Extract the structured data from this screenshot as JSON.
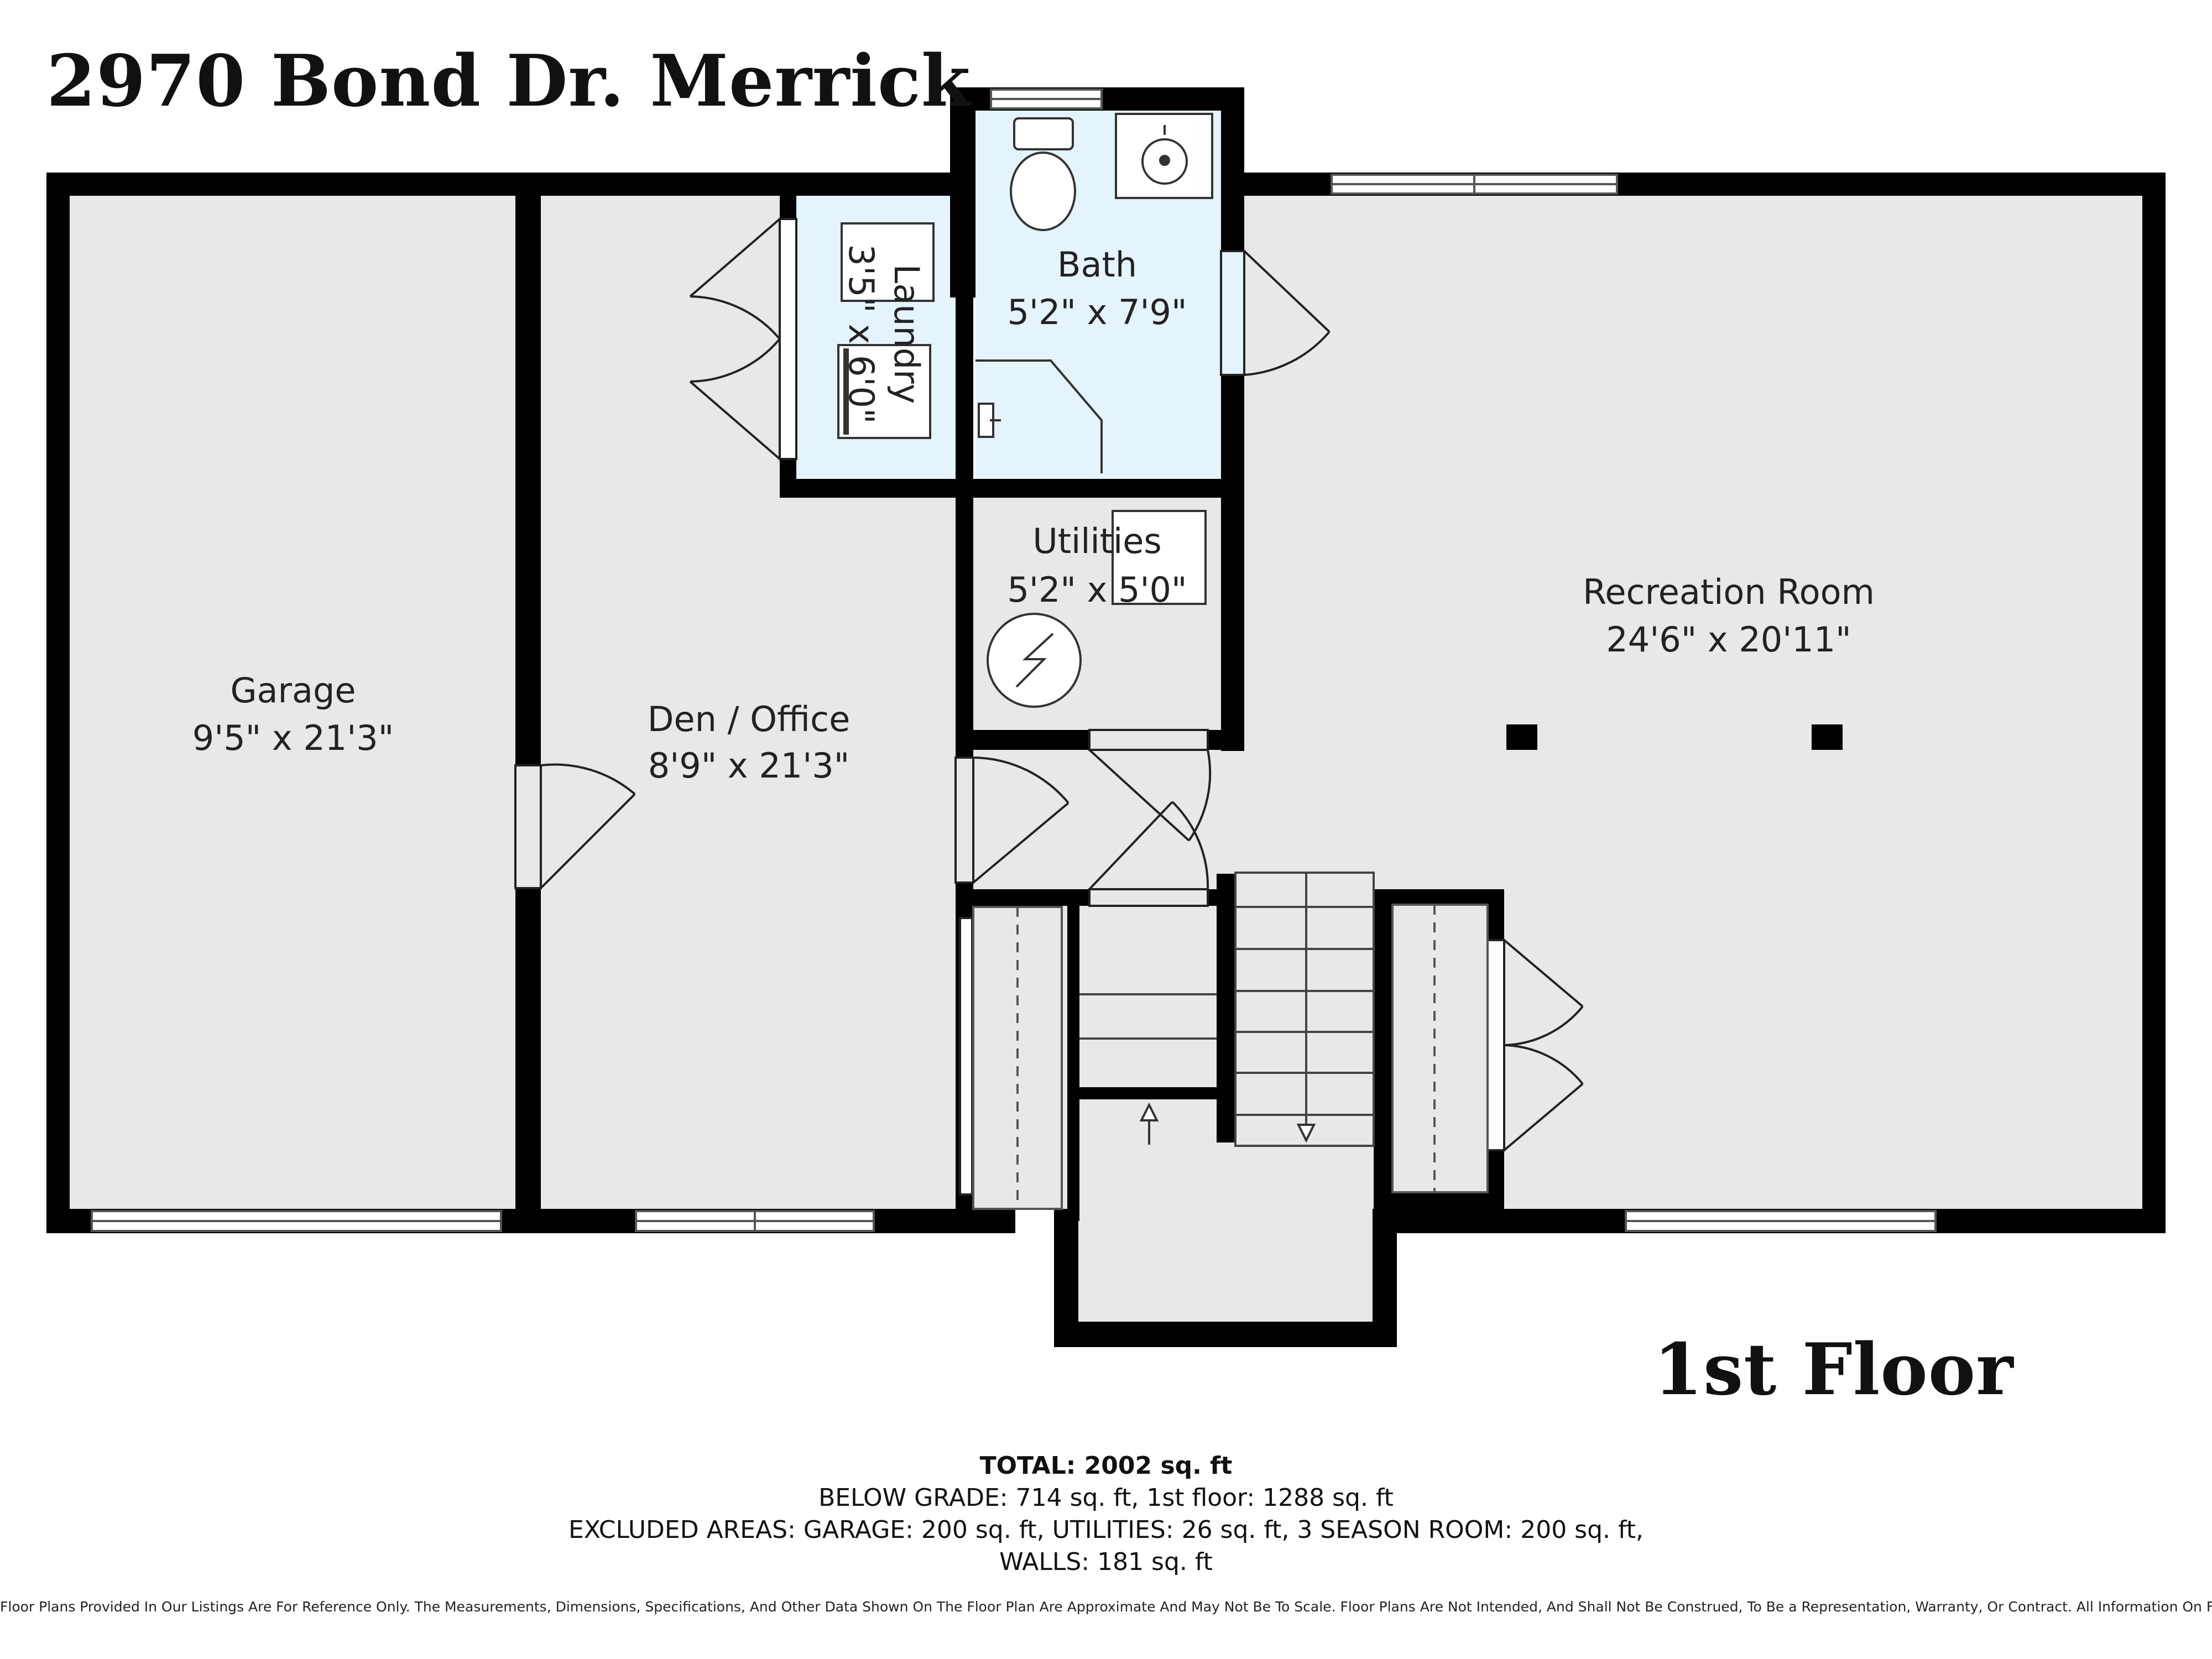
{
  "address_title": "2970 Bond Dr. Merrick",
  "floor_title": "1st Floor",
  "colors": {
    "wall": "#000000",
    "room_fill": "#e8e8e8",
    "wet_room_fill": "#e5f3fc",
    "text": "#222222"
  },
  "rooms": {
    "garage": {
      "name": "Garage",
      "dims": "9'5\" x 21'3\""
    },
    "den": {
      "name": "Den / Office",
      "dims": "8'9\" x 21'3\""
    },
    "laundry": {
      "name": "Laundry",
      "dims": "3'5\" x 6'0\""
    },
    "bath": {
      "name": "Bath",
      "dims": "5'2\" x 7'9\""
    },
    "utilities": {
      "name": "Utilities",
      "dims": "5'2\" x 5'0\""
    },
    "recreation": {
      "name": "Recreation Room",
      "dims": "24'6\" x 20'11\""
    }
  },
  "icons": {
    "stairs_up": "arrow-up-icon",
    "stairs_down": "arrow-down-icon",
    "furnace": "furnace-icon",
    "toilet": "toilet-icon",
    "sink": "sink-icon",
    "washer": "washer-icon",
    "dryer": "dryer-icon",
    "column": "column-icon"
  },
  "summary": {
    "total_label": "TOTAL: 2002 sq. ft",
    "line1": "BELOW GRADE: 714 sq. ft, 1st floor: 1288 sq. ft",
    "line2": "EXCLUDED AREAS: GARAGE: 200 sq. ft, UTILITIES: 26 sq. ft, 3 SEASON ROOM: 200 sq. ft,",
    "line3": "WALLS: 181 sq. ft"
  },
  "disclaimer": "Floor Plans Provided In Our Listings Are For Reference Only. The Measurements, Dimensions, Specifications, And Other Data Shown On The Floor Plan Are Approximate And May Not Be To Scale. Floor Plans Are Not Intended, And Shall Not Be Construed, To Be a Representation, Warranty, Or Contract. All Information On Floor Plans Should Be Independently Verified."
}
